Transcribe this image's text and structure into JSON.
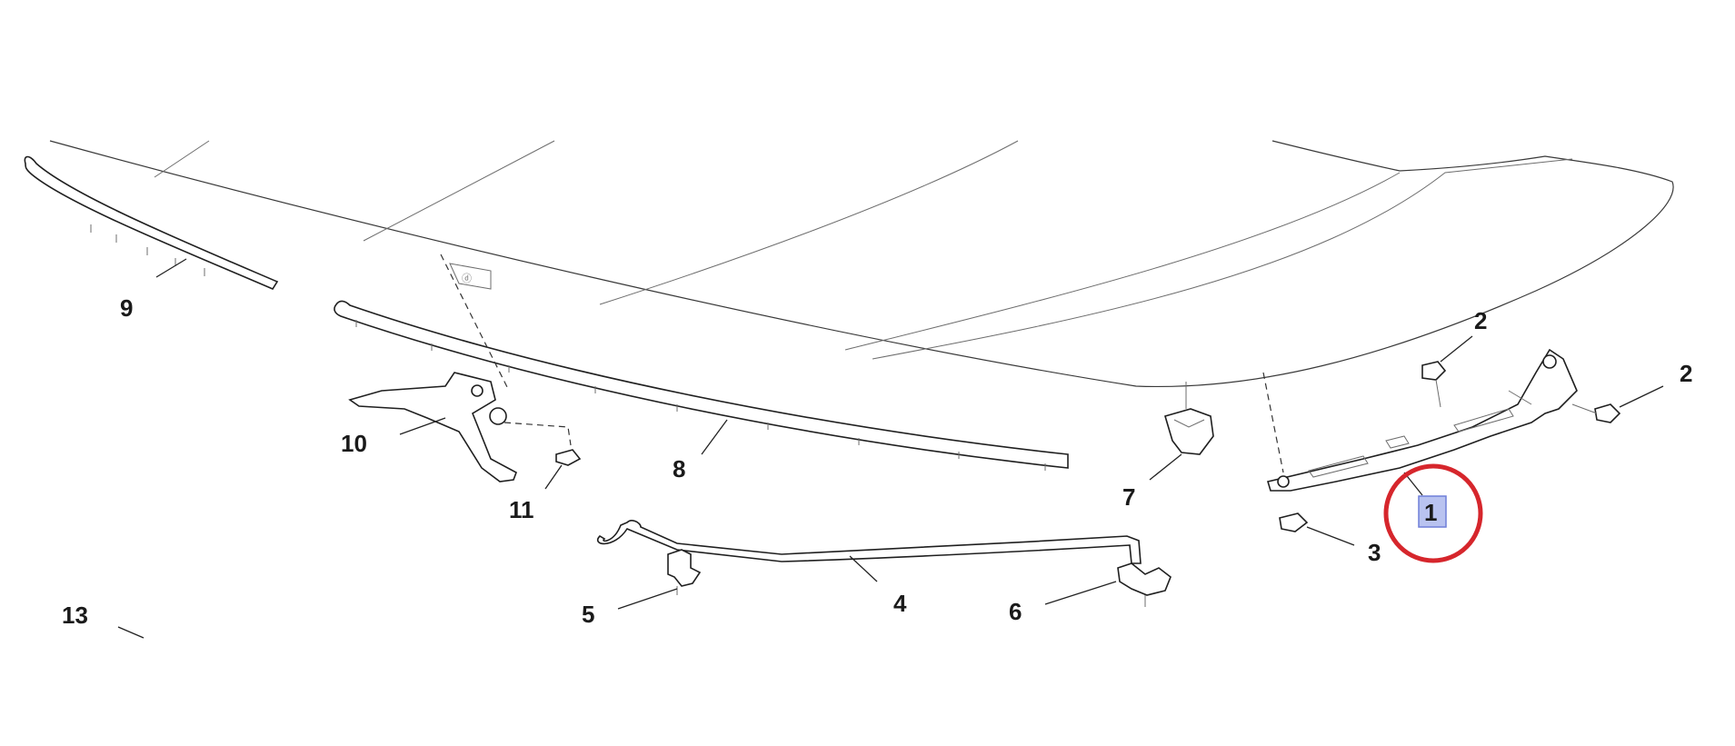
{
  "diagram": {
    "labels": {
      "p1": "1",
      "p2a": "2",
      "p2b": "2",
      "p3": "3",
      "p4": "4",
      "p5": "5",
      "p6": "6",
      "p7": "7",
      "p8": "8",
      "p9": "9",
      "p10": "10",
      "p11": "11",
      "p13": "13"
    },
    "highlighted_part": "1",
    "colors": {
      "callout_circle": "#d6262c",
      "highlight_fill": "#b9c3f0",
      "line": "#1f1f1f"
    }
  }
}
